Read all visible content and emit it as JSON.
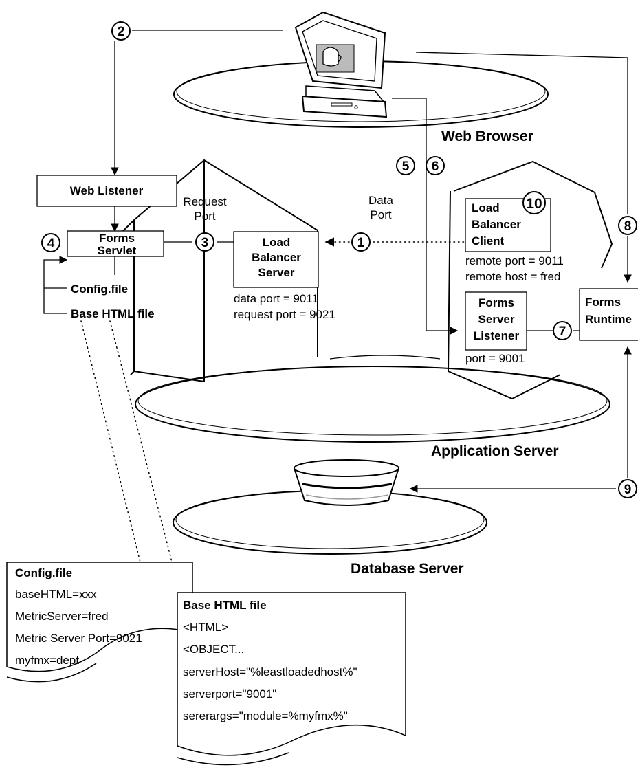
{
  "labels": {
    "web_browser": "Web Browser",
    "application_server": "Application Server",
    "database_server": "Database Server",
    "web_listener": "Web Listener",
    "request_port": [
      "Request",
      "Port"
    ],
    "data_port": [
      "Data",
      "Port"
    ],
    "forms_servlet": [
      "Forms",
      "Servlet"
    ],
    "config_file": "Config.file",
    "base_html_file": "Base HTML file",
    "load_balancer_server": [
      "Load",
      "Balancer",
      "Server"
    ],
    "lb_server_ports": [
      "data port = 9011",
      "request port = 9021"
    ],
    "load_balancer_client": [
      "Load",
      "Balancer",
      "Client"
    ],
    "lb_client_remote": [
      "remote port = 9011",
      "remote host = fred"
    ],
    "forms_server_listener": [
      "Forms",
      "Server",
      "Listener"
    ],
    "listener_port": "port = 9001",
    "forms_runtime": [
      "Forms",
      "Runtime"
    ]
  },
  "steps": [
    "1",
    "2",
    "3",
    "4",
    "5",
    "6",
    "7",
    "8",
    "9",
    "10"
  ],
  "config_doc": {
    "title": "Config.file",
    "lines": [
      "baseHTML=xxx",
      "MetricServer=fred",
      "Metric Server Port=9021",
      "myfmx=dept"
    ]
  },
  "html_doc": {
    "title": "Base HTML file",
    "lines": [
      "<HTML>",
      "<OBJECT...",
      "serverHost=\"%leastloadedhost%\"",
      "serverport=\"9001\"",
      "sererargs=\"module=%myfmx%\""
    ]
  }
}
